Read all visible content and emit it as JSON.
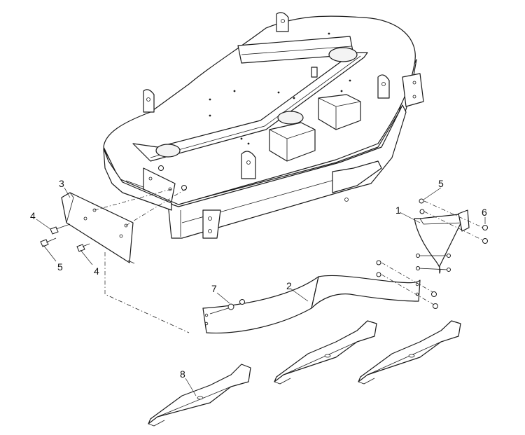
{
  "diagram": {
    "callouts": [
      {
        "id": "c1",
        "label": "1"
      },
      {
        "id": "c2",
        "label": "2"
      },
      {
        "id": "c3",
        "label": "3"
      },
      {
        "id": "c4a",
        "label": "4"
      },
      {
        "id": "c4b",
        "label": "4"
      },
      {
        "id": "c5a",
        "label": "5"
      },
      {
        "id": "c5b",
        "label": "5"
      },
      {
        "id": "c6",
        "label": "6"
      },
      {
        "id": "c7",
        "label": "7"
      },
      {
        "id": "c8",
        "label": "8"
      }
    ]
  }
}
